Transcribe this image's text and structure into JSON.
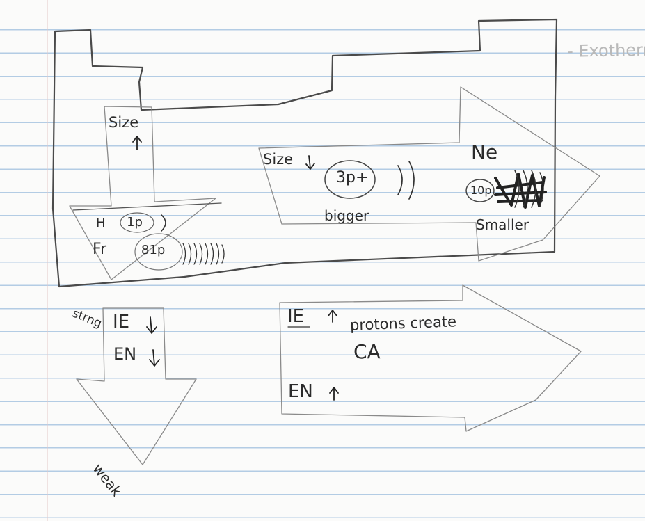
{
  "header_note": "- Exothermic reactions, Enthalpy is negative and rise...",
  "labels": {
    "size_up": "Size",
    "size_down": "Size",
    "h_symbol": "H",
    "h_protons": "1p",
    "fr_symbol": "Fr",
    "fr_protons": "81p",
    "mid_protons": "3p+",
    "bigger": "bigger",
    "ne_symbol": "Ne",
    "ne_protons": "10p",
    "smaller": "Smaller",
    "strong": "strng",
    "ie_down": "IE",
    "en_down": "EN",
    "weak": "weak",
    "ie_up": "IE",
    "protons_create": "protons create",
    "ca": "CA",
    "en_up": "EN"
  },
  "colors": {
    "ink": "#2b2b2b",
    "pencil": "#5a5a5a",
    "faint_pencil": "#b9b9b9",
    "rule_line": "#78a5d2",
    "paper": "#fbfbfa"
  }
}
